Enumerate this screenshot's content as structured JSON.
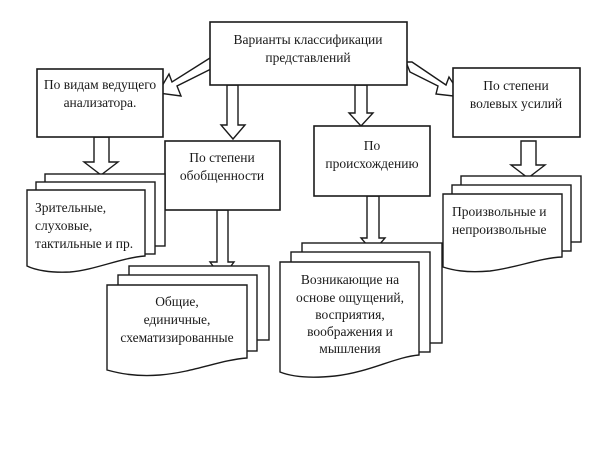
{
  "diagram": {
    "root": {
      "lines": [
        "Варианты классификации",
        "представлений"
      ]
    },
    "categories": [
      {
        "id": "analyzer",
        "lines": [
          "По видам ведущего",
          "анализатора."
        ]
      },
      {
        "id": "generalization",
        "lines": [
          "По степени",
          "обобщенности"
        ]
      },
      {
        "id": "origin",
        "lines": [
          "По",
          "происхождению"
        ]
      },
      {
        "id": "volition",
        "lines": [
          "По степени",
          "волевых усилий"
        ]
      }
    ],
    "results": [
      {
        "id": "analyzer-result",
        "lines": [
          "Зрительные,",
          "слуховые,",
          "тактильные и пр."
        ]
      },
      {
        "id": "generalization-result",
        "lines": [
          "Общие,",
          "единичные,",
          "схематизированные"
        ]
      },
      {
        "id": "origin-result",
        "lines": [
          "Возникающие на",
          "основе ощущений,",
          "восприятия,",
          "воображения и",
          "мышления"
        ]
      },
      {
        "id": "volition-result",
        "lines": [
          "Произвольные и",
          "непроизвольные"
        ]
      }
    ],
    "colors": {
      "line": "#1a1a1a",
      "background": "#ffffff"
    }
  }
}
